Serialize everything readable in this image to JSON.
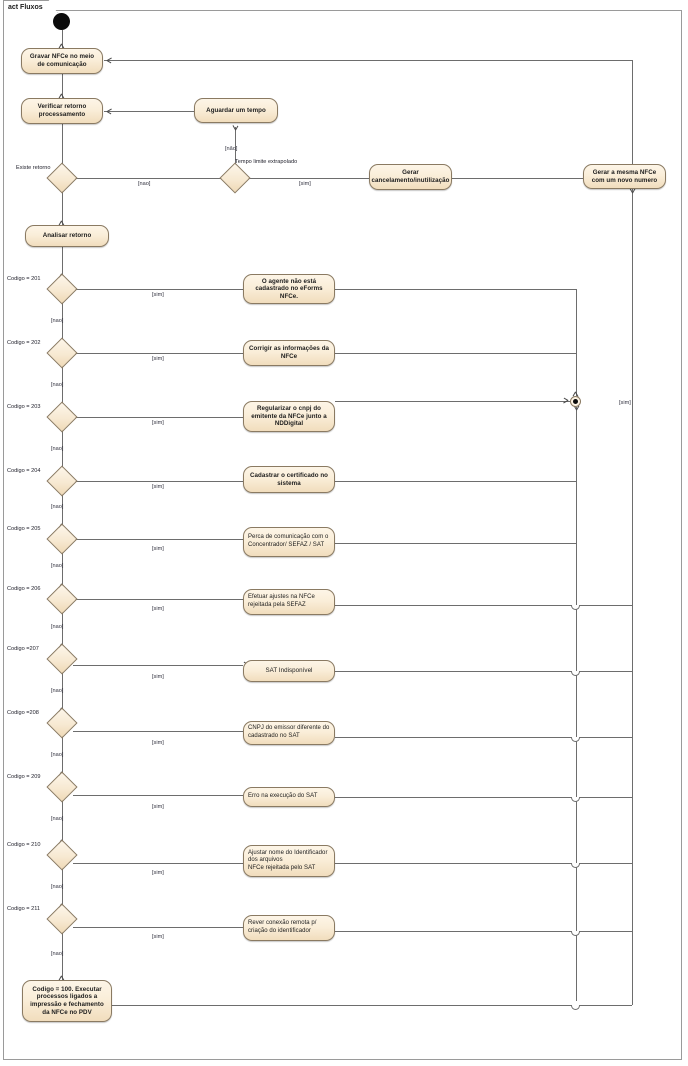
{
  "diagram": {
    "frame_label": "act Fluxos",
    "type": "UML Activity Diagram",
    "colors": {
      "node_fill_top": "#fdf5e7",
      "node_fill_bottom": "#f1ddbd",
      "node_border": "#8a7a62",
      "edge": "#6d6d6d",
      "initial_node": "#0b0b0b",
      "text": "#1c1c1c"
    }
  },
  "nodes": {
    "initial": "initial-node",
    "final": "activity-final-node",
    "activities": [
      {
        "id": "gravar",
        "label": "Gravar NFCe no meio de comunicação"
      },
      {
        "id": "verificar",
        "label": "Verificar retorno processamento"
      },
      {
        "id": "aguardar",
        "label": "Aguardar um tempo"
      },
      {
        "id": "gerar_cancel",
        "label": "Gerar cancelamento/inutilização"
      },
      {
        "id": "gerar_mesma",
        "label": "Gerar a mesma NFCe com um novo numero"
      },
      {
        "id": "analisar",
        "label": "Analisar retorno"
      },
      {
        "id": "a201",
        "label": "O agente não está cadastrado no eForms NFCe."
      },
      {
        "id": "a202",
        "label": "Corrigir as informações da NFCe"
      },
      {
        "id": "a203",
        "label": "Regularizar o cnpj do emitente da NFCe junto a NDDigital"
      },
      {
        "id": "a204",
        "label": "Cadastrar o certificado no sistema"
      },
      {
        "id": "a205",
        "label": "Perca de comunicação com o Concentrador/ SEFAZ / SAT"
      },
      {
        "id": "a206",
        "label": "Efetuar ajustes na NFCe rejeitada pela SEFAZ"
      },
      {
        "id": "a207",
        "label": "SAT Indisponível"
      },
      {
        "id": "a208",
        "label": "CNPJ do emissor diferente do cadastrado no SAT"
      },
      {
        "id": "a209",
        "label": "Erro na execução do SAT"
      },
      {
        "id": "a210",
        "label": "Ajustar nome do Identificador dos arquivos\nNFCe rejeitada pelo SAT"
      },
      {
        "id": "a211",
        "label": "Rever conexão remota p/ criação do identificador"
      },
      {
        "id": "a100",
        "label": "Codigo = 100. Executar processos ligados a impressão e fechamento da NFCe no PDV"
      }
    ],
    "decisions": [
      {
        "id": "d_existe",
        "name": "Existe retorno"
      },
      {
        "id": "d_tempo",
        "name": "Tempo limite extrapolado"
      },
      {
        "id": "d201",
        "name": "Codigo = 201"
      },
      {
        "id": "d202",
        "name": "Codigo = 202"
      },
      {
        "id": "d203",
        "name": "Codigo = 203"
      },
      {
        "id": "d204",
        "name": "Codigo = 204"
      },
      {
        "id": "d205",
        "name": "Codigo = 205"
      },
      {
        "id": "d206",
        "name": "Codigo = 206"
      },
      {
        "id": "d207",
        "name": "Codigo =207"
      },
      {
        "id": "d208",
        "name": "Codigo =208"
      },
      {
        "id": "d209",
        "name": "Codigo = 209"
      },
      {
        "id": "d210",
        "name": "Codigo = 210"
      },
      {
        "id": "d211",
        "name": "Codigo = 211"
      }
    ]
  },
  "guards": {
    "nao_accent": "[não]",
    "nao": "[nao]",
    "sim": "[sim]"
  },
  "guard_labels": {
    "tempo_nao": "[não]",
    "existe_nao": "[nao]",
    "tempo_sim": "[sim]",
    "g201_sim": "[sim]",
    "g201_nao": "[nao]",
    "g202_sim": "[sim]",
    "g202_nao": "[nao]",
    "g203_sim": "[sim]",
    "g203_nao": "[nao]",
    "g204_sim": "[sim]",
    "g204_nao": "[nao]",
    "g205_sim": "[sim]",
    "g205_nao": "[nao]",
    "g206_sim": "[sim]",
    "g206_nao": "[nao]",
    "g207_sim": "[sim]",
    "g207_nao": "[nao]",
    "g208_sim": "[sim]",
    "g208_nao": "[nao]",
    "g209_sim": "[sim]",
    "g209_nao": "[nao]",
    "g210_sim": "[sim]",
    "g210_nao": "[nao]",
    "g211_sim": "[sim]",
    "g211_nao": "[nao]",
    "return_sim": "[sim]"
  }
}
